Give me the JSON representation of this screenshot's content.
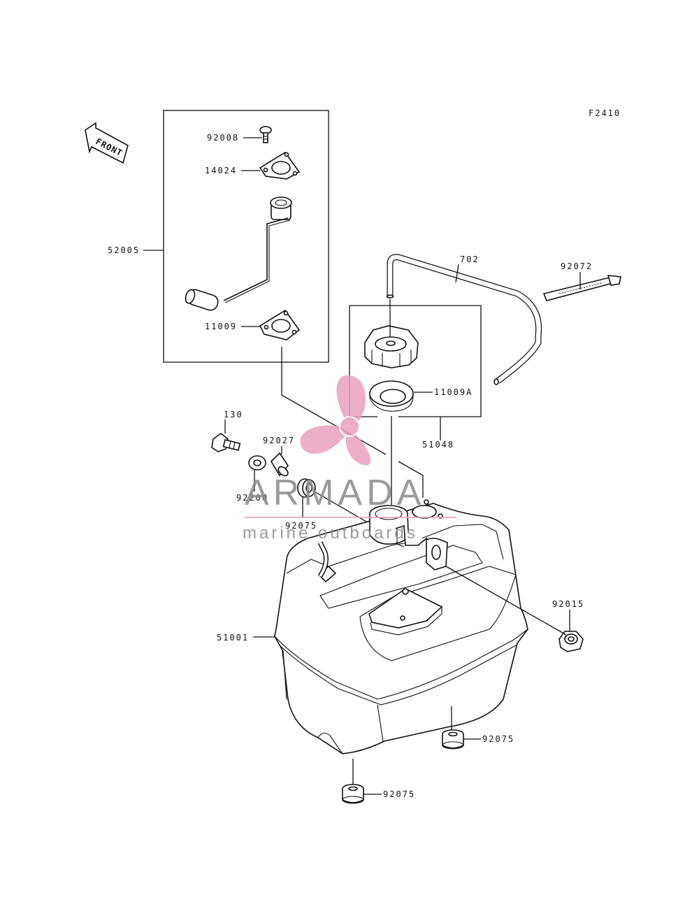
{
  "diagram": {
    "figure_code": "F2410",
    "front_arrow_label": "FRONT",
    "callouts": {
      "p92008": "92008",
      "p14024": "14024",
      "p52005": "52005",
      "p11009": "11009",
      "p702": "702",
      "p92072": "92072",
      "p11009A": "11009A",
      "p51048": "51048",
      "p130": "130",
      "p92027": "92027",
      "p92200": "92200",
      "p92075a": "92075",
      "p92015": "92015",
      "p51001": "51001",
      "p92075b": "92075",
      "p92075c": "92075"
    }
  },
  "watermark": {
    "brand": "ARMADA",
    "tagline": "marine outboards",
    "logo_color": "#e9a1bf",
    "line_color": "#e9a1bf",
    "text_color": "#8a8a8a"
  }
}
